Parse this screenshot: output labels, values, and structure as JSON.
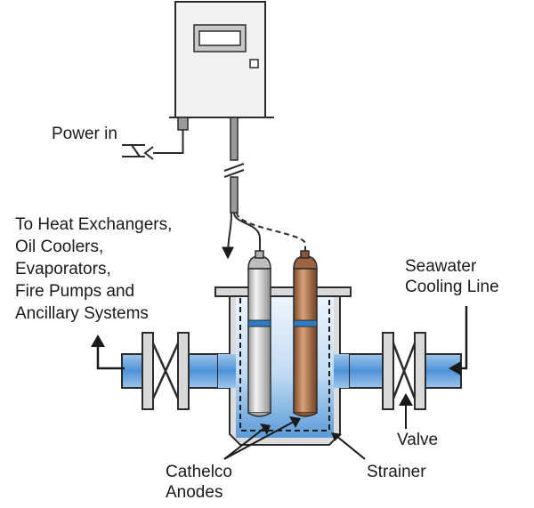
{
  "labels": {
    "power_in": "Power in",
    "heat_exchangers": [
      "To Heat Exchangers,",
      "Oil Coolers,",
      "Evaporators,",
      "Fire Pumps and",
      "Ancillary Systems"
    ],
    "seawater": [
      "Seawater",
      "Cooling Line"
    ],
    "valve": "Valve",
    "anodes": [
      "Cathelco",
      "Anodes"
    ],
    "strainer": "Strainer"
  },
  "colors": {
    "outline": "#2b2b2b",
    "panel_body": "#f2f2f2",
    "panel_display": "#c8c8c8",
    "pipe_blue": "#5b9bd8",
    "pipe_light": "#a9cdf0",
    "aluminium_anode": "#d4d4d4",
    "copper_anode": "#b07a55",
    "anode_band": "#2f7bc4",
    "strainer_dash": "#1a1a1a"
  }
}
